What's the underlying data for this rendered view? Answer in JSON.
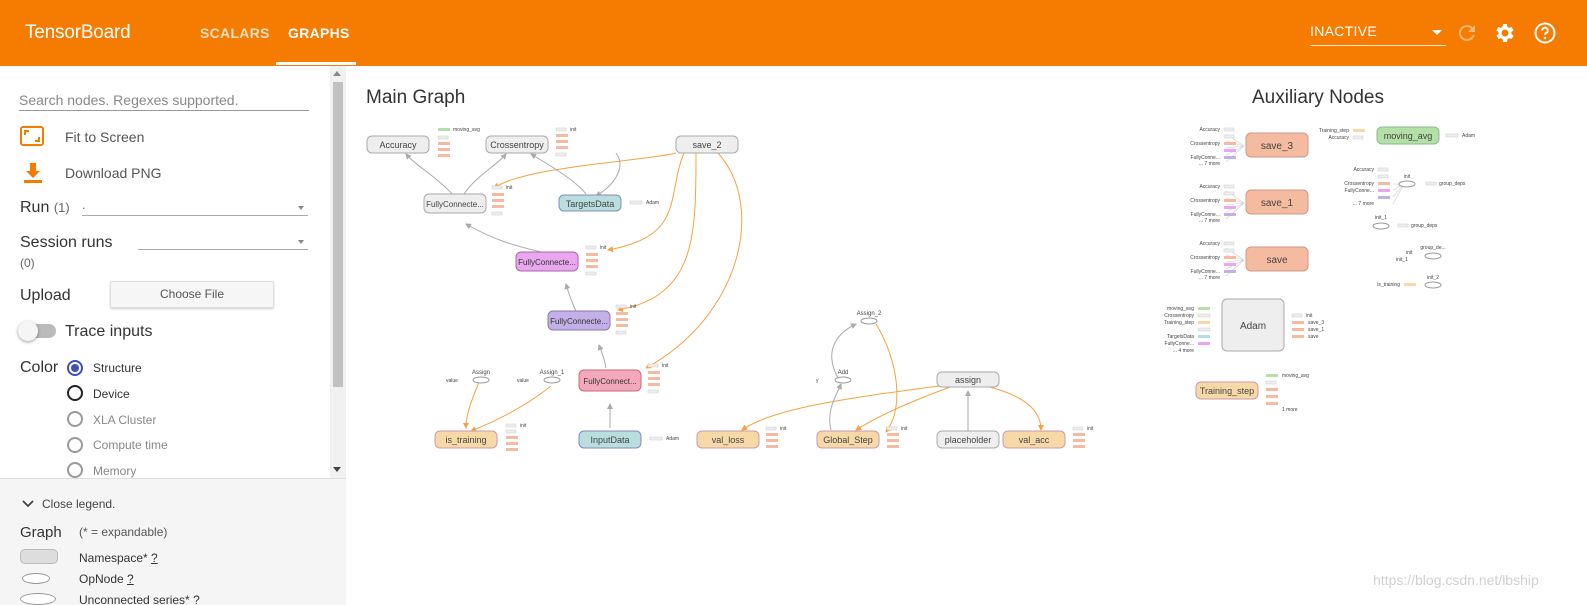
{
  "header": {
    "brand": "TensorBoard",
    "tabs": [
      {
        "label": "SCALARS",
        "active": false
      },
      {
        "label": "GRAPHS",
        "active": true
      }
    ],
    "status_select": "INACTIVE",
    "icons": [
      "refresh-icon",
      "settings-icon",
      "help-icon"
    ],
    "accent_color": "#f57c00"
  },
  "sidebar": {
    "search_placeholder": "Search nodes. Regexes supported.",
    "fit_to_screen": "Fit to Screen",
    "download_png": "Download PNG",
    "run_label": "Run",
    "run_count": "(1)",
    "run_value": ".",
    "session_runs_label": "Session runs",
    "session_runs_count": "(0)",
    "upload_label": "Upload",
    "choose_file": "Choose File",
    "trace_inputs": "Trace inputs",
    "color_label": "Color",
    "color_options": [
      {
        "label": "Structure",
        "selected": true
      },
      {
        "label": "Device",
        "selected": false
      },
      {
        "label": "XLA Cluster",
        "selected": false
      },
      {
        "label": "Compute time",
        "selected": false
      },
      {
        "label": "Memory",
        "selected": false
      }
    ]
  },
  "legend": {
    "close_legend": "Close legend.",
    "graph_label": "Graph",
    "expandable_note": "(* = expandable)",
    "items": [
      {
        "label": "Namespace*",
        "link": "?"
      },
      {
        "label": "OpNode",
        "link": "?"
      },
      {
        "label": "Unconnected series*",
        "link": "?"
      }
    ]
  },
  "graph": {
    "main_title": "Main Graph",
    "aux_title": "Auxiliary Nodes",
    "main_nodes": {
      "accuracy": "Accuracy",
      "crossentropy": "Crossentropy",
      "save_2": "save_2",
      "fc_1": "FullyConnecte...",
      "targets": "TargetsData",
      "fc_2": "FullyConnecte...",
      "fc_3": "FullyConnecte...",
      "fc_4": "FullyConnect...",
      "is_training": "is_training",
      "input": "InputData",
      "val_loss": "val_loss",
      "global_step": "Global_Step",
      "placeholder": "placeholder",
      "val_acc": "val_acc",
      "assign": "assign",
      "assign_op": "Assign",
      "assign_1": "Assign_1",
      "assign_2": "Assign_2",
      "add": "Add"
    },
    "aux_nodes": {
      "save_3": "save_3",
      "save_1": "save_1",
      "save": "save",
      "adam": "Adam",
      "training_step": "Training_step",
      "moving_avg": "moving_avg"
    },
    "aux_ops": {
      "group_deps": "group_deps",
      "group_deps_trunc": "group_de...",
      "init": "init",
      "init_1": "init_1",
      "init_2": "init_2",
      "is_training": "is_training"
    },
    "mini_labels": {
      "moving_avg": "moving_avg",
      "init": "init",
      "save_3": "save_3",
      "save_1": "save_1",
      "save": "save",
      "adam": "Adam",
      "value": "value",
      "y": "y",
      "init_2": "init_2",
      "accuracy": "Accuracy",
      "crossentropy": "Crossentropy",
      "fullyconne": "FullyConne...",
      "more_7": "... 7 more",
      "more_4": "... 4 more",
      "more_1": "1 more",
      "training_step": "Training_step",
      "targets": "TargetsData"
    },
    "colors": {
      "grey": "#eeeeee",
      "salmon": "#f4bba0",
      "pink_violet": "#e8a7ee",
      "lavender": "#c4b0e8",
      "pink": "#f4a8bb",
      "teal": "#b8dede",
      "tan": "#f7d9a8",
      "green": "#b3e0a6",
      "edge_orange": "#f4a340",
      "edge_grey": "#aaaaaa"
    }
  },
  "watermark": "https://blog.csdn.net/lbship"
}
